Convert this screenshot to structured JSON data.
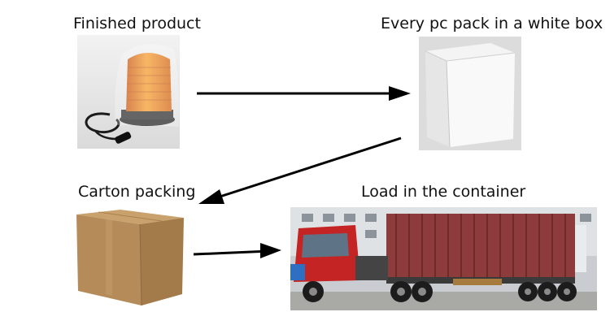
{
  "steps": [
    {
      "caption": "Finished product"
    },
    {
      "caption": "Every pc pack in a white box"
    },
    {
      "caption": "Carton packing"
    },
    {
      "caption": "Load in the container"
    }
  ],
  "colors": {
    "arrow": "#000000",
    "beacon_amber": "#f07a10",
    "cardboard": "#b8915e",
    "container_red": "#8e3b3b",
    "truck_cab_red": "#c42424"
  }
}
